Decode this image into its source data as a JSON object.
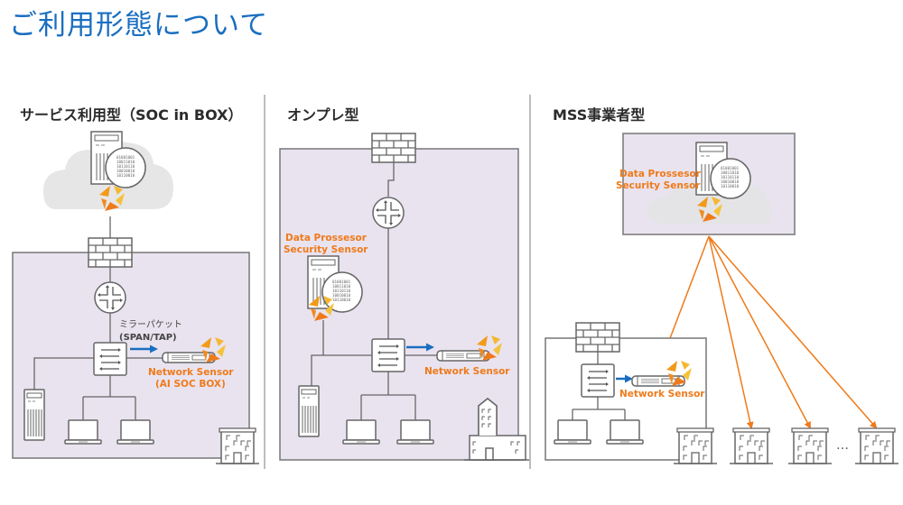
{
  "page": {
    "title": "ご利用形態について"
  },
  "sections": [
    {
      "id": "saas",
      "title": "サービス利用型（SOC in BOX）",
      "mirror_label_1": "ミラーパケット",
      "mirror_label_2": "(SPAN/TAP)",
      "sensor_label_1": "Network Sensor",
      "sensor_label_2": "(AI SOC BOX)"
    },
    {
      "id": "onprem",
      "title": "オンプレ型",
      "processor_label_1": "Data Prossesor",
      "processor_label_2": "Security Sensor",
      "sensor_label": "Network Sensor"
    },
    {
      "id": "mss",
      "title": "MSS事業者型",
      "processor_label_1": "Data Prossesor",
      "processor_label_2": "Security Sensor",
      "sensor_label": "Network Sensor",
      "ellipsis": "…"
    }
  ],
  "binary": [
    "01001001",
    "10011010",
    "10110110",
    "10010010",
    "10110010"
  ],
  "colors": {
    "title_blue": "#1a6ec0",
    "accent_orange": "#ef7a1a",
    "arrow_blue": "#1a6ec0",
    "zone_lavender": "#e9e3ef",
    "line_gray": "#666666"
  }
}
